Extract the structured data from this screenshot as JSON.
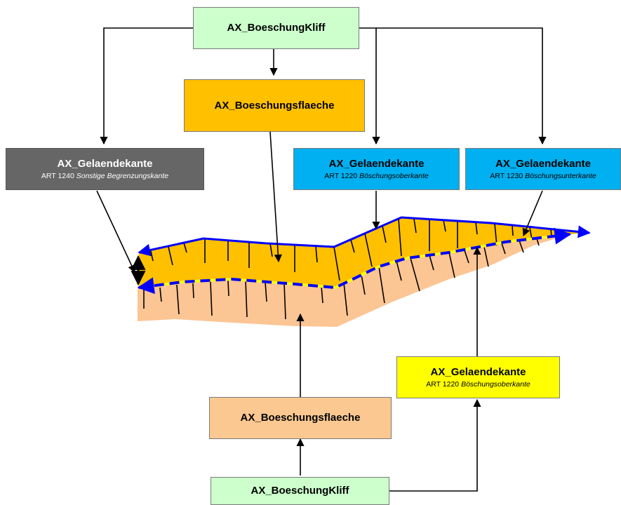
{
  "colors": {
    "light_green": "#ccffcc",
    "orange_dark": "#ffc000",
    "grey": "#666666",
    "cyan": "#00b0f0",
    "peach": "#fac890",
    "yellow": "#ffff00",
    "blue_line": "#0000ff",
    "slope_fill": "#ffc000",
    "ground_fill": "#fcc594"
  },
  "boxes": {
    "top_kliff": {
      "title": "AX_BoeschungKliff"
    },
    "top_flaeche": {
      "title": "AX_Boeschungsflaeche"
    },
    "kante_grey": {
      "title": "AX_Gelaendekante",
      "art": "ART 1240",
      "art_desc": "Sonstige Begrenzungskante"
    },
    "kante_cyan_1": {
      "title": "AX_Gelaendekante",
      "art": "ART 1220",
      "art_desc": "Böschungsoberkante"
    },
    "kante_cyan_2": {
      "title": "AX_Gelaendekante",
      "art": "ART 1230",
      "art_desc": "Böschungsunterkante"
    },
    "kante_yellow": {
      "title": "AX_Gelaendekante",
      "art": "ART 1220",
      "art_desc": "Böschungsoberkante"
    },
    "bottom_flaeche": {
      "title": "AX_Boeschungsflaeche"
    },
    "bottom_kliff": {
      "title": "AX_BoeschungKliff"
    }
  }
}
